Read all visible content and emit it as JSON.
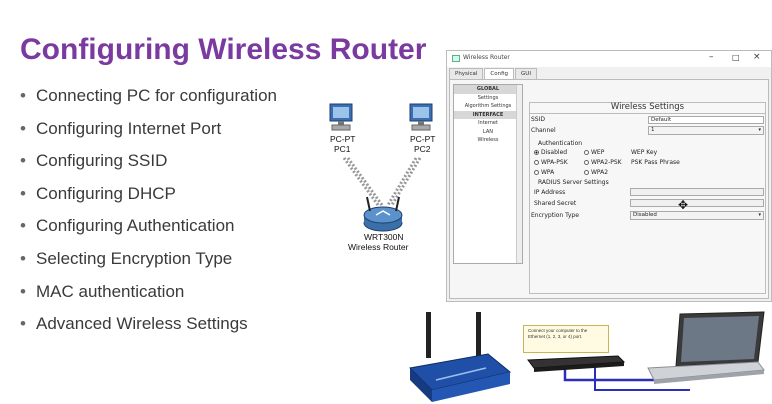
{
  "slide": {
    "title": "Configuring Wireless Router",
    "bullets": [
      "Connecting PC for configuration",
      "Configuring Internet Port",
      "Configuring SSID",
      "Configuring DHCP",
      "Configuring Authentication",
      "Selecting Encryption Type",
      "MAC authentication",
      "Advanced Wireless Settings"
    ]
  },
  "diagram": {
    "pc1": {
      "model": "PC-PT",
      "name": "PC1"
    },
    "pc2": {
      "model": "PC-PT",
      "name": "PC2"
    },
    "router": {
      "model": "WRT300N",
      "name": "Wireless Router"
    }
  },
  "window": {
    "title": "Wireless Router",
    "tabs": [
      "Physical",
      "Config",
      "GUI"
    ],
    "active_tab": "Config",
    "nav": {
      "global_header": "GLOBAL",
      "settings": "Settings",
      "algorithm_settings": "Algorithm Settings",
      "interface_header": "INTERFACE",
      "internet": "Internet",
      "lan": "LAN",
      "wireless": "Wireless"
    },
    "panel": {
      "title": "Wireless Settings",
      "ssid_label": "SSID",
      "ssid_value": "Default",
      "channel_label": "Channel",
      "channel_value": "1",
      "auth_label": "Authentication",
      "disabled": "Disabled",
      "wep": "WEP",
      "wep_key": "WEP Key",
      "wpa_psk": "WPA-PSK",
      "wpa2_psk": "WPA2-PSK",
      "psk_pass": "PSK Pass Phrase",
      "wpa": "WPA",
      "wpa2": "WPA2",
      "radius": "RADIUS Server Settings",
      "ip_label": "IP Address",
      "secret_label": "Shared Secret",
      "enc_label": "Encryption Type",
      "enc_value": "Disabled"
    }
  },
  "photo": {
    "callout": "Connect your computer to the Ethernet (1, 2, 3, or 4) port."
  }
}
